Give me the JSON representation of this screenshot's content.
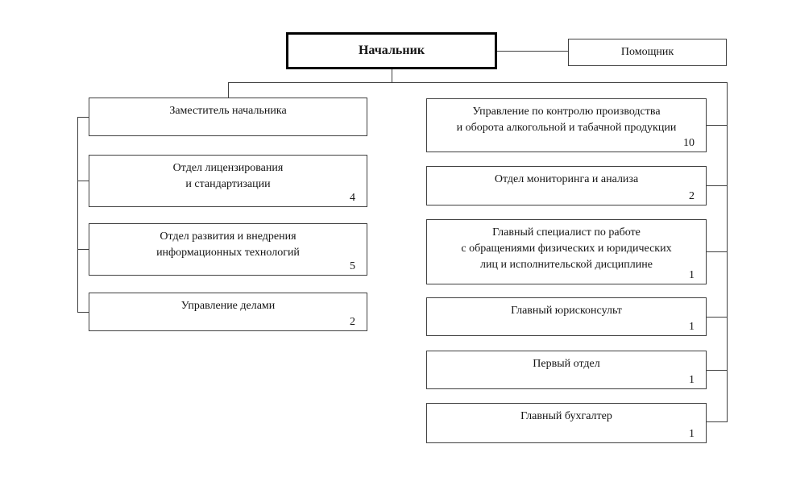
{
  "org_chart": {
    "root": {
      "title": "Начальник"
    },
    "assistant": {
      "title": "Помощник"
    },
    "left_column": [
      {
        "title": "Заместитель начальника",
        "count": ""
      },
      {
        "title": "Отдел лицензирования\nи стандартизации",
        "count": "4"
      },
      {
        "title": "Отдел развития и внедрения\nинформационных технологий",
        "count": "5"
      },
      {
        "title": "Управление делами",
        "count": "2"
      }
    ],
    "right_column": [
      {
        "title": "Управление по контролю производства\nи оборота алкогольной и табачной продукции",
        "count": "10"
      },
      {
        "title": "Отдел мониторинга и анализа",
        "count": "2"
      },
      {
        "title": "Главный специалист по работе\nс обращениями физических и юридических\nлиц и исполнительской дисциплине",
        "count": "1"
      },
      {
        "title": "Главный юрисконсульт",
        "count": "1"
      },
      {
        "title": "Первый отдел",
        "count": "1"
      },
      {
        "title": "Главный бухгалтер",
        "count": "1"
      }
    ]
  }
}
